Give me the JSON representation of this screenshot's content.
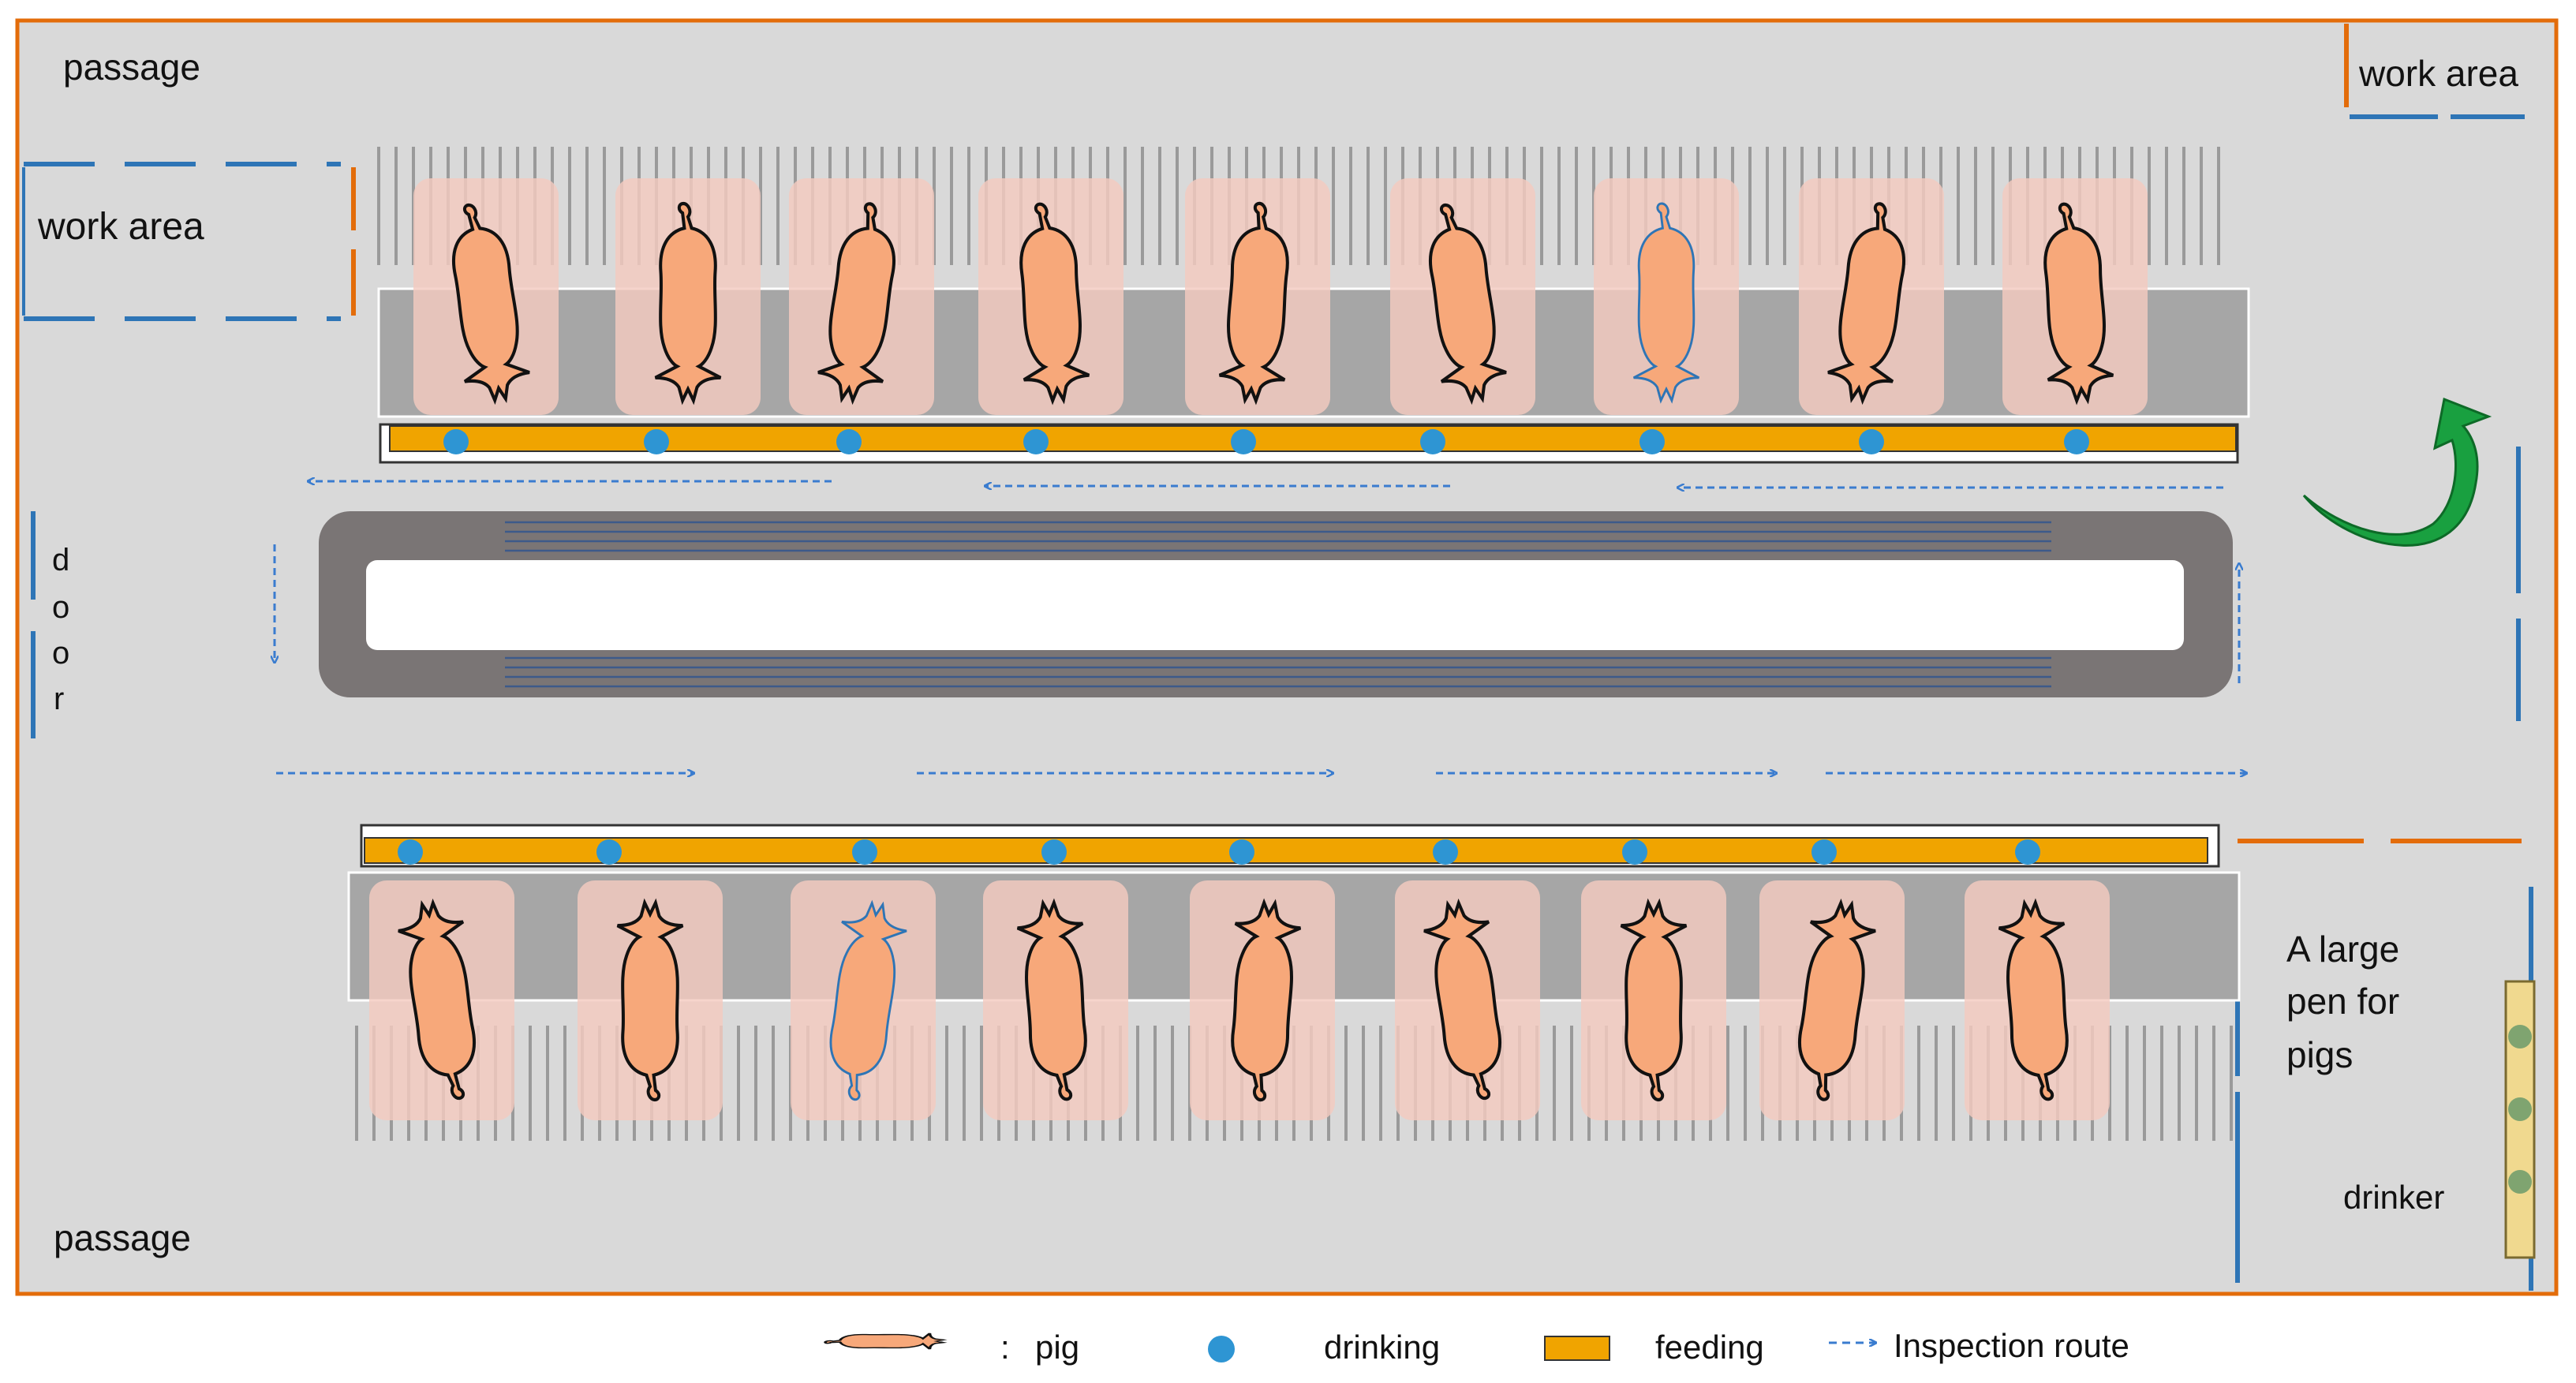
{
  "labels": {
    "passage_top": "passage",
    "passage_bottom": "passage",
    "work_area_left": "work area",
    "work_area_right": "work area",
    "door": [
      "d",
      "o",
      "o",
      "r"
    ],
    "large_pen": [
      "A large",
      "pen for",
      "pigs"
    ],
    "drinker": "drinker"
  },
  "legend": {
    "pig_sep": ":",
    "pig": "pig",
    "drinking": "drinking",
    "feeding": "feeding",
    "route": "Inspection route"
  },
  "counts": {
    "top_pens": 9,
    "bottom_pens": 9,
    "top_drinkers": 9,
    "bottom_drinkers": 9
  },
  "colors": {
    "floor": "#d9d9d9",
    "wall": "#e36c0a",
    "work_area_border": "#2e75b6",
    "pen_stall": "#f4cbbf",
    "pig": "#f7a87a",
    "feeding": "#f0a400",
    "drinking": "#2e95d3",
    "platform": "#a6a6a6",
    "track": "#7a7575",
    "route": "#3a7ccf",
    "turn_arrow": "#19a040"
  }
}
